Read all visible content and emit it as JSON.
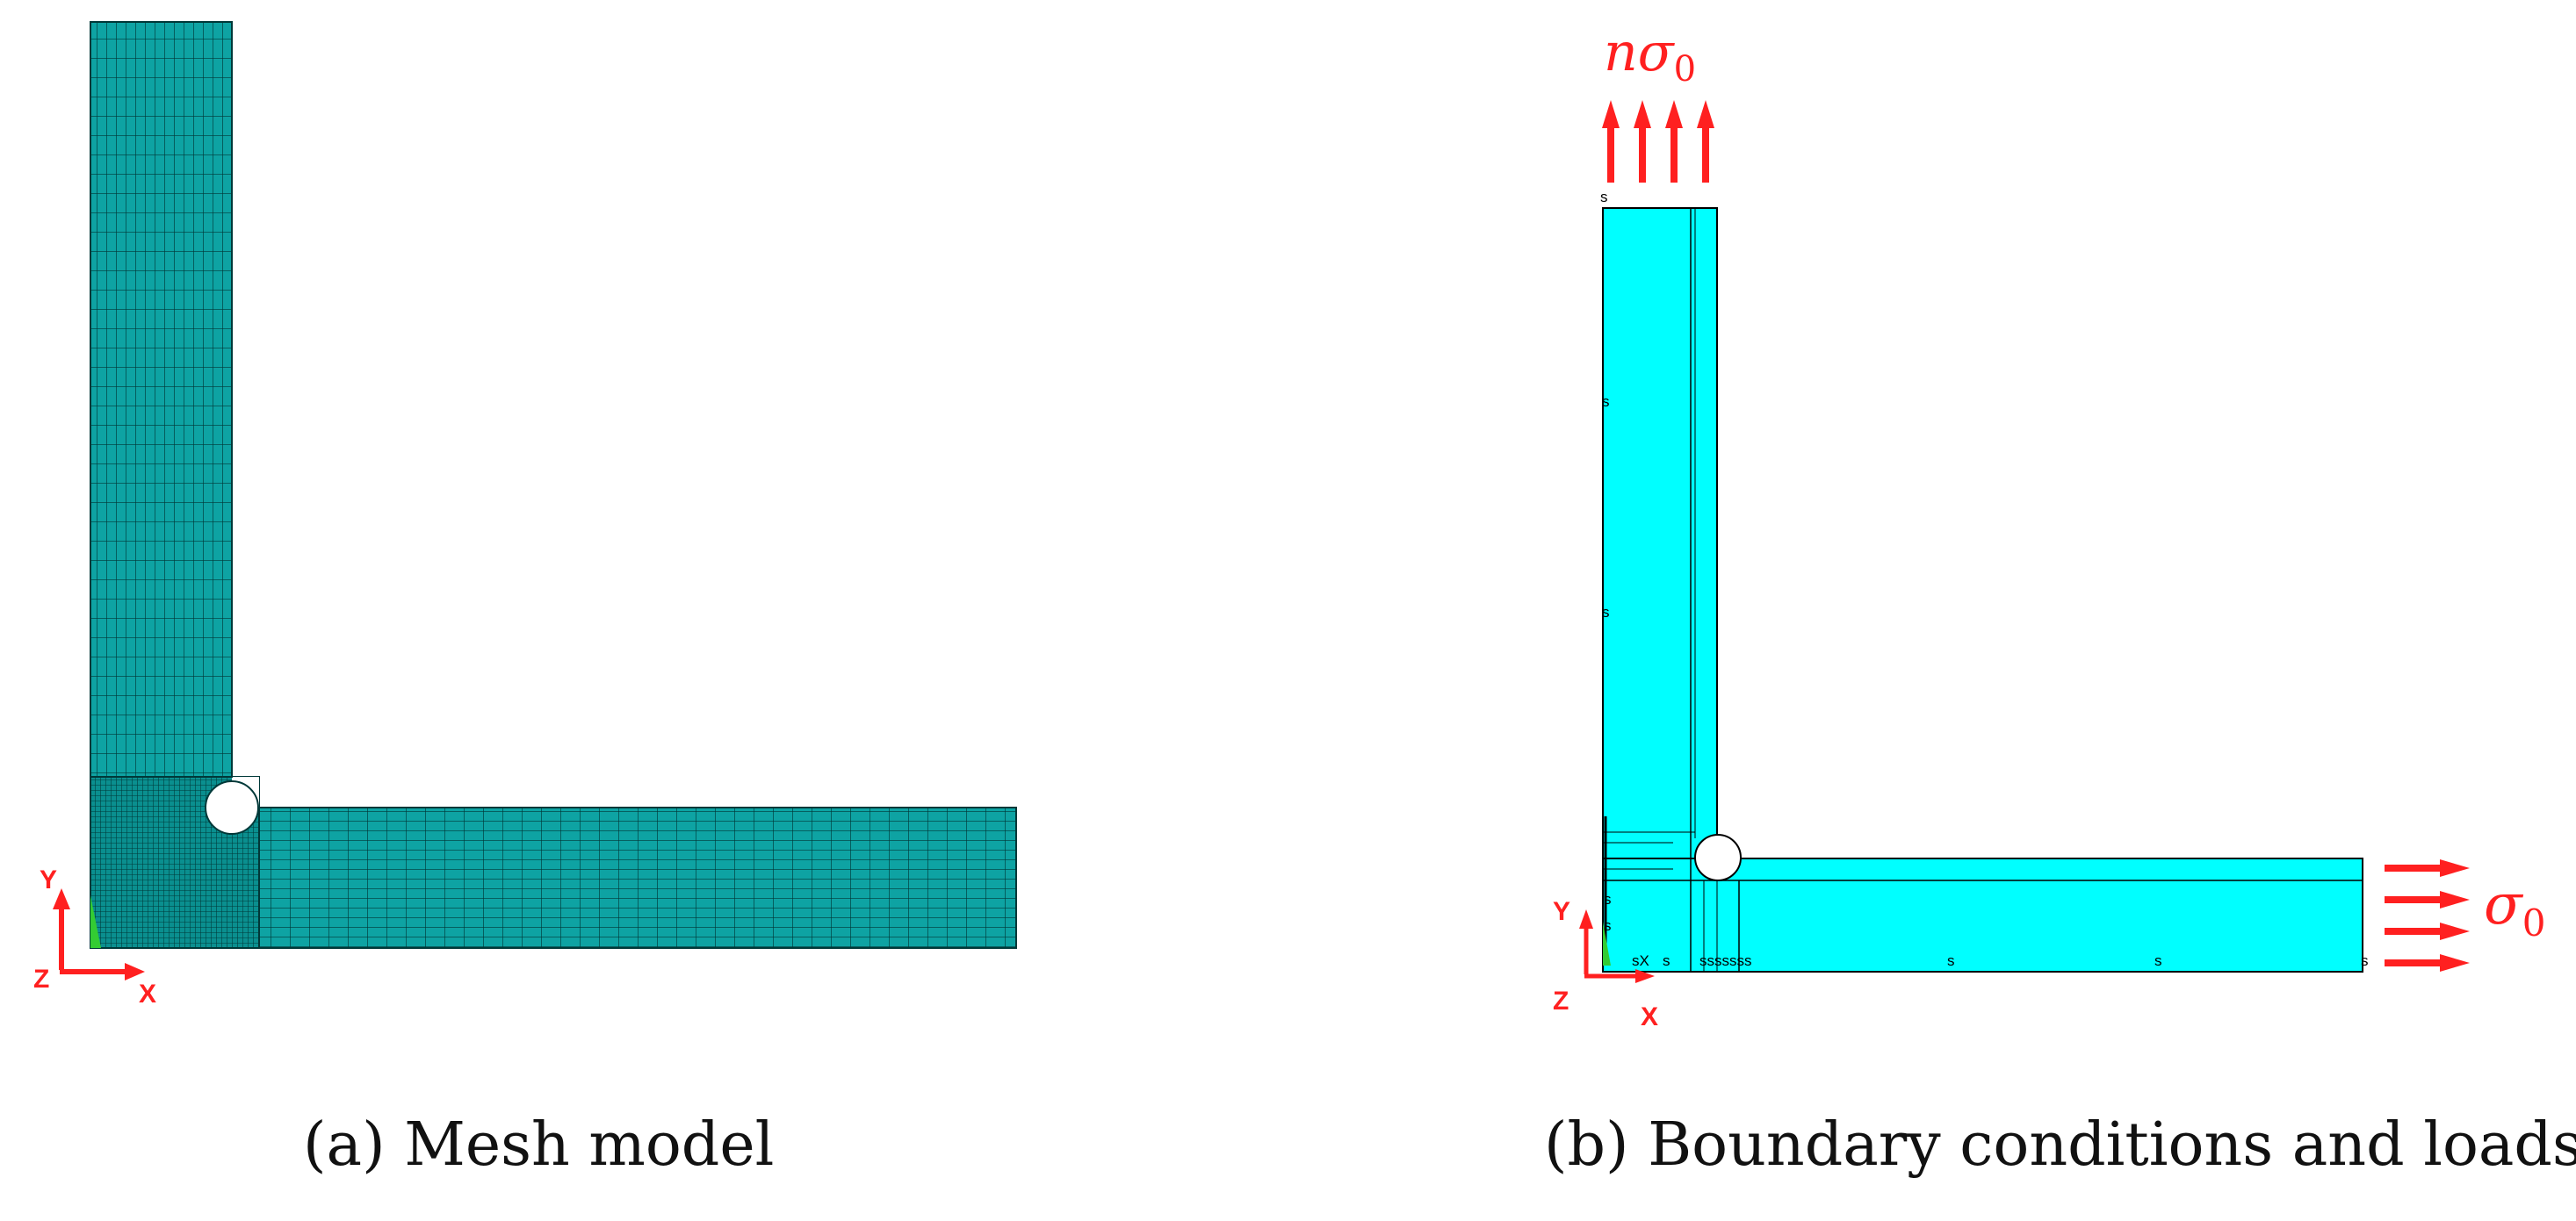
{
  "captions": {
    "a": "(a) Mesh model",
    "b": "(b) Boundary conditions and loads"
  },
  "loads": {
    "top_symbol_n": "n",
    "top_symbol_sigma": "σ",
    "top_subscript": "0",
    "right_symbol_sigma": "σ",
    "right_subscript": "0"
  },
  "axes": {
    "x": "X",
    "y": "Y",
    "z": "Z"
  },
  "bc_symbol": "s",
  "bc_origin_marker": "sX",
  "bc_cluster": "sssssss",
  "colors": {
    "mesh_fill": "#0ea3a3",
    "mesh_line": "#003838",
    "model_fill": "#00ffff",
    "load_arrow": "#ff2020",
    "axis_marker": "#33cc33"
  }
}
